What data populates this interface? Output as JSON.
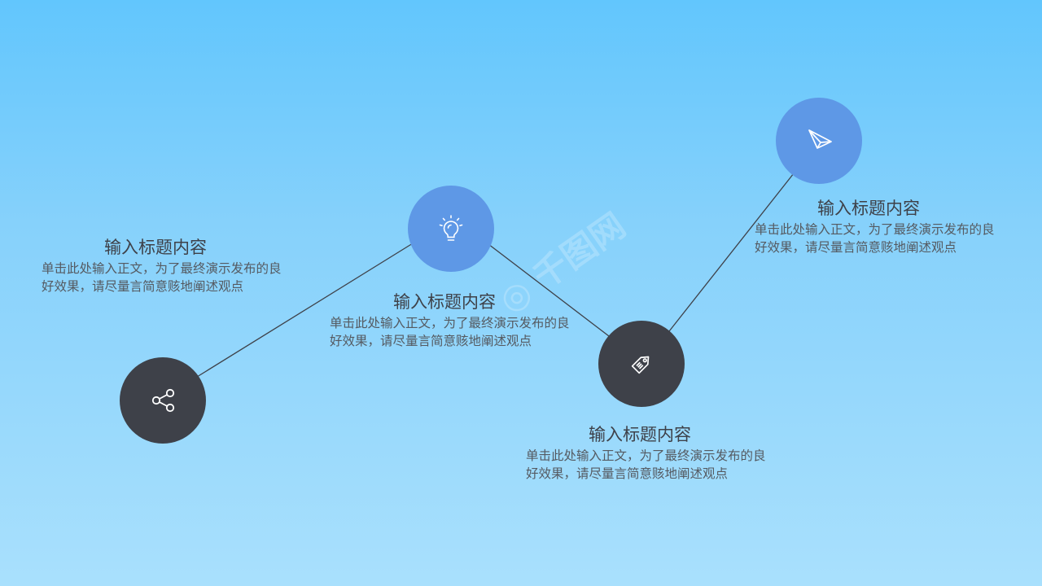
{
  "colors": {
    "background_top": "#62c6fd",
    "background_bottom": "#a9e0fd",
    "node_dark": "#3e4149",
    "node_blue": "#5e98e6",
    "line": "#3e4149"
  },
  "steps": [
    {
      "icon": "share-icon",
      "title": "输入标题内容",
      "body": "单击此处输入正文，为了最终演示发布的良好效果，请尽量言简意赅地阐述观点"
    },
    {
      "icon": "lightbulb-icon",
      "title": "输入标题内容",
      "body": "单击此处输入正文，为了最终演示发布的良好效果，请尽量言简意赅地阐述观点"
    },
    {
      "icon": "tag-icon",
      "title": "输入标题内容",
      "body": "单击此处输入正文，为了最终演示发布的良好效果，请尽量言简意赅地阐述观点"
    },
    {
      "icon": "paper-plane-icon",
      "title": "输入标题内容",
      "body": "单击此处输入正文，为了最终演示发布的良好效果，请尽量言简意赅地阐述观点"
    }
  ]
}
